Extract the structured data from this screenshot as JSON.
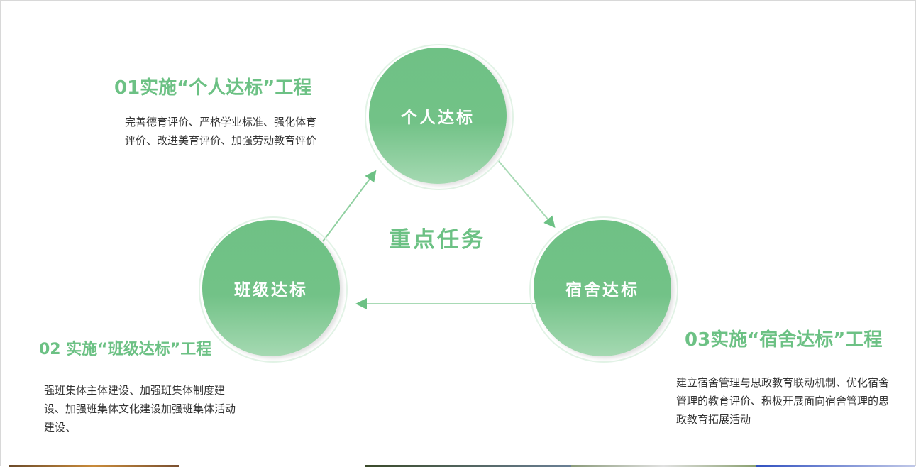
{
  "center_label": "重点任务",
  "nodes": {
    "personal": "个人达标",
    "class": "班级达标",
    "dorm": "宿舍达标"
  },
  "sections": [
    {
      "title": "01实施“个人达标”工程",
      "desc": "完善德育评价、严格学业标准、强化体育评价、改进美育评价、加强劳动教育评价"
    },
    {
      "title": "02 实施“班级达标”工程",
      "desc": "强班集体主体建设、加强班集体制度建设、加强班集体文化建设加强班集体活动建设、"
    },
    {
      "title": "03实施“宿舍达标”工程",
      "desc": "建立宿舍管理与思政教育联动机制、优化宿舍管理的教育评价、积极开展面向宿舍管理的思政教育拓展活动"
    }
  ],
  "colors": {
    "accent": "#6cc184"
  }
}
